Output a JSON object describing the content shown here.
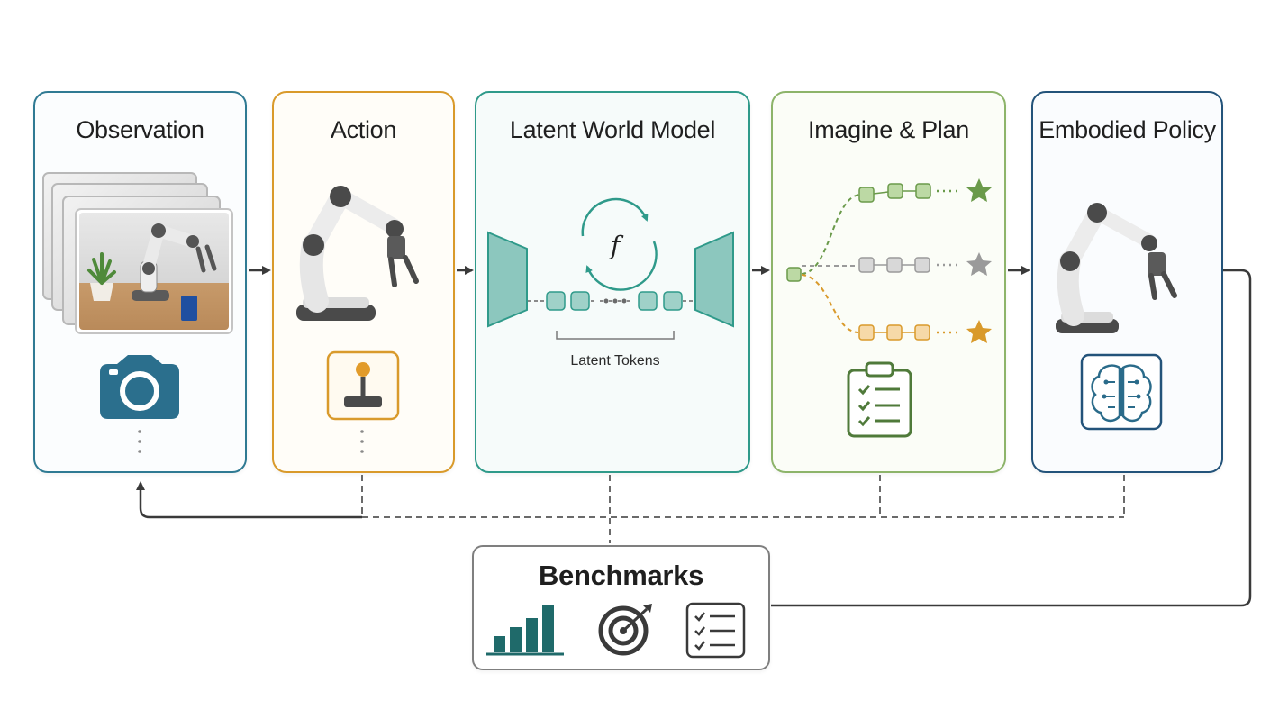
{
  "boxes": {
    "observation": {
      "title": "Observation"
    },
    "action": {
      "title": "Action"
    },
    "latent": {
      "title": "Latent World Model",
      "tokens_label": "Latent Tokens",
      "function_symbol": "f"
    },
    "imagine": {
      "title": "Imagine & Plan"
    },
    "policy": {
      "title": "Embodied Policy"
    },
    "benchmarks": {
      "title": "Benchmarks"
    }
  },
  "icons": {
    "observation": "camera-icon",
    "action": "joystick-icon",
    "imagine": "clipboard-checklist-icon",
    "policy": "brain-circuit-icon",
    "benchmarks": [
      "bar-chart-icon",
      "target-icon",
      "checklist-icon"
    ]
  },
  "colors": {
    "observation": "#2f7a93",
    "action": "#d99a2b",
    "latent": "#2f9a8a",
    "imagine": "#8db46a",
    "policy": "#23537a",
    "benchmarks": "#7f7f7f",
    "plan_green": "#6a9a4a",
    "plan_gray": "#9a9a9a",
    "plan_orange": "#d99a2b"
  }
}
